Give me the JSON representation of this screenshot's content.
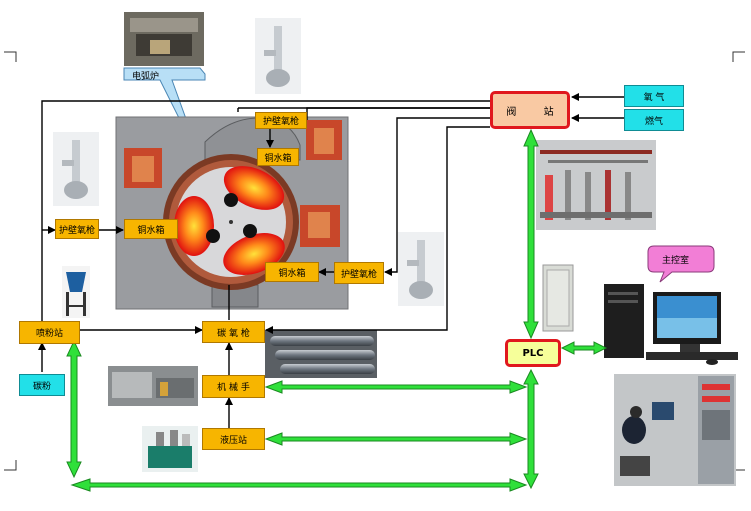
{
  "labels": {
    "furnace": "电弧炉",
    "valve_station": "阀 站",
    "oxygen": "氧 气",
    "gas": "燃气",
    "wall_lance_top": "护壁氧枪",
    "water_box_top": "铜水箱",
    "wall_lance_left": "护壁氧枪",
    "water_box_left": "铜水箱",
    "water_box_right": "铜水箱",
    "wall_lance_right": "护壁氧枪",
    "carbon_station": "喷粉站",
    "carbon_powder": "碳粉",
    "carbon_lance": "碳 氧 枪",
    "manipulator": "机 械 手",
    "hydraulic_station": "液压站",
    "plc": "PLC",
    "control_room": "主控室"
  }
}
